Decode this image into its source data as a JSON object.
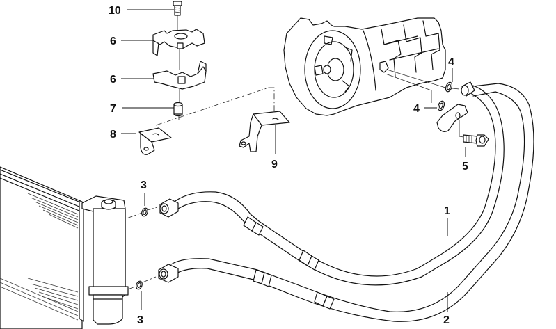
{
  "diagram": {
    "type": "exploded-parts-diagram",
    "subject": "transmission oil cooler lines",
    "callouts": [
      {
        "id": "c10",
        "label": "10",
        "part": "bolt"
      },
      {
        "id": "c6a",
        "label": "6",
        "part": "upper pipe clamp"
      },
      {
        "id": "c6b",
        "label": "6",
        "part": "lower pipe clamp"
      },
      {
        "id": "c7",
        "label": "7",
        "part": "bushing"
      },
      {
        "id": "c8",
        "label": "8",
        "part": "bracket"
      },
      {
        "id": "c9",
        "label": "9",
        "part": "bracket"
      },
      {
        "id": "c4a",
        "label": "4",
        "part": "sealing ring"
      },
      {
        "id": "c4b",
        "label": "4",
        "part": "sealing ring"
      },
      {
        "id": "c5",
        "label": "5",
        "part": "bolt"
      },
      {
        "id": "c3a",
        "label": "3",
        "part": "sealing ring"
      },
      {
        "id": "c3b",
        "label": "3",
        "part": "sealing ring"
      },
      {
        "id": "c1",
        "label": "1",
        "part": "oil cooler line, flow"
      },
      {
        "id": "c2",
        "label": "2",
        "part": "oil cooler line, return"
      }
    ],
    "components": [
      "transmission",
      "oil cooler radiator",
      "cooler line 1",
      "cooler line 2",
      "mounting hardware"
    ]
  }
}
